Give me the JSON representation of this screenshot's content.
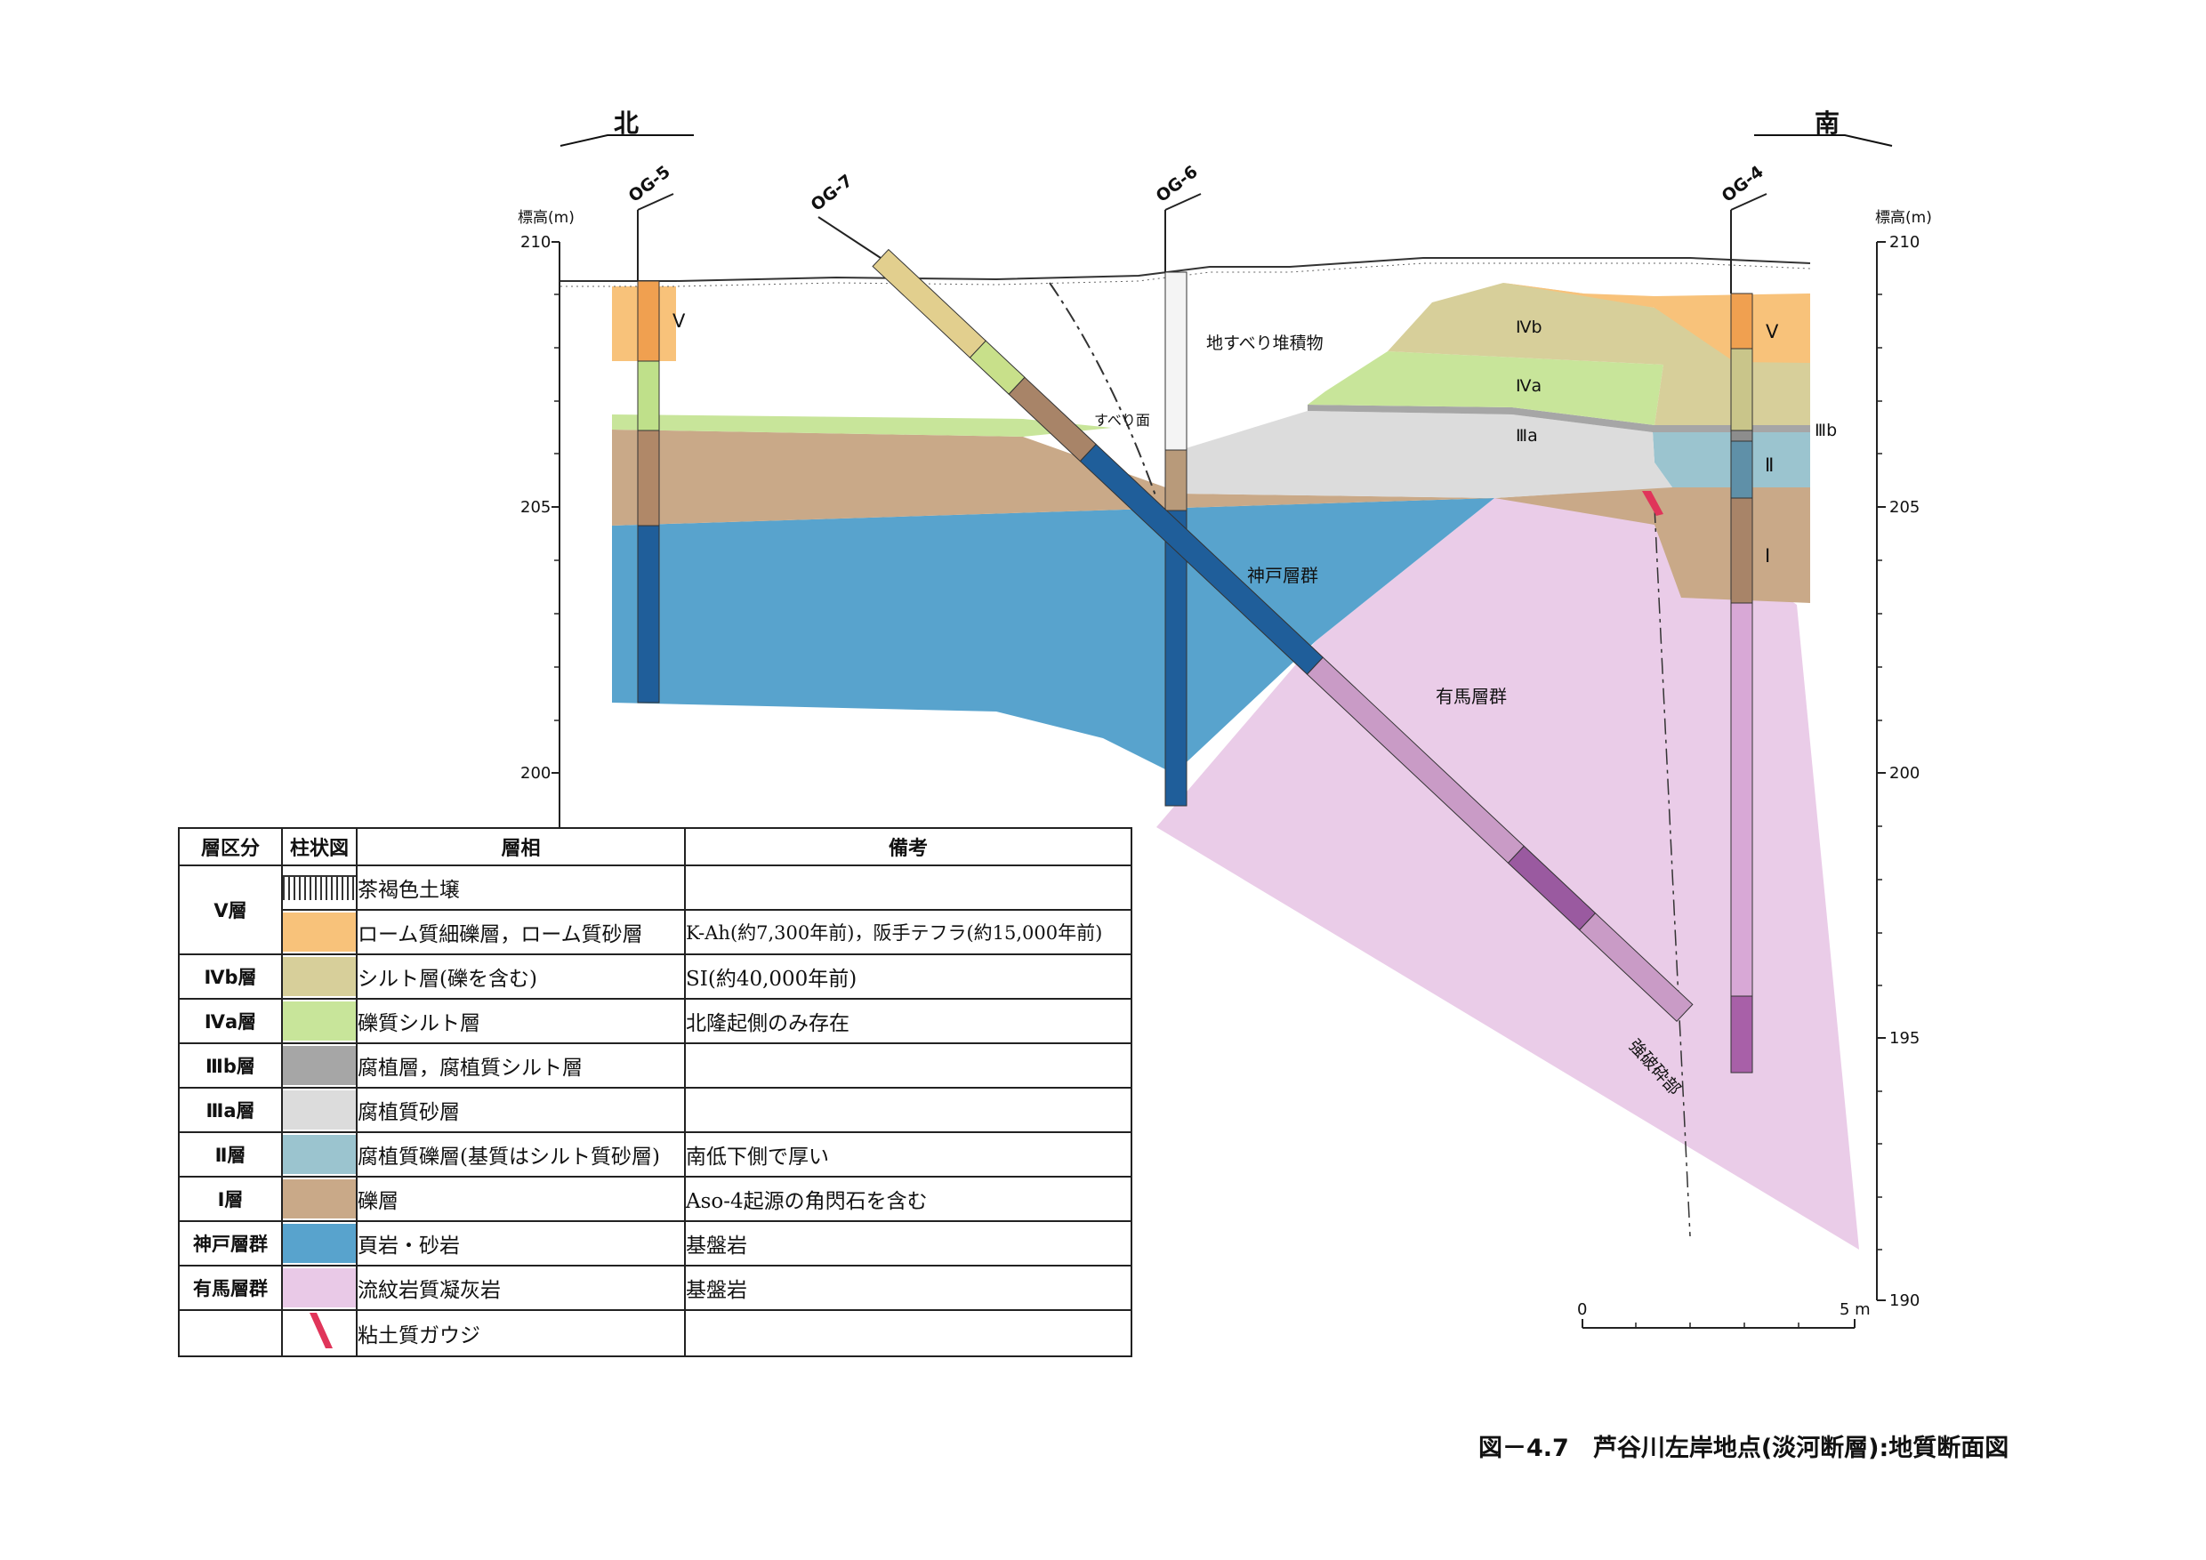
{
  "directions": {
    "north": "北",
    "south": "南"
  },
  "axis": {
    "label": "標高(m)",
    "left_ticks": [
      "210",
      "205",
      "200"
    ],
    "right_ticks": [
      "210",
      "205",
      "200",
      "195",
      "190"
    ]
  },
  "boreholes": [
    "OG-5",
    "OG-7",
    "OG-6",
    "OG-4"
  ],
  "section_labels": {
    "landslide": "地すべり堆積物",
    "slip_surface": "すべり面",
    "kobe_group": "神戸層群",
    "arima_group": "有馬層群",
    "fracture_zone": "強破砕部",
    "v_left": "Ⅴ",
    "v_right": "Ⅴ",
    "ivb": "Ⅳb",
    "iva": "Ⅳa",
    "iiia": "Ⅲa",
    "iiib": "Ⅲb",
    "ii": "Ⅱ",
    "i": "Ⅰ"
  },
  "scale_bar": {
    "zero": "0",
    "five": "5 m"
  },
  "colors": {
    "soil": "#ffffff",
    "v": "#f8c27a",
    "ivb": "#d7cf9a",
    "iva": "#c8e59a",
    "iiib": "#a6a6a6",
    "iiia": "#dcdcdc",
    "ii": "#9bc4cf",
    "i": "#c9a988",
    "kobe": "#58a3cd",
    "arima": "#e9c9e7",
    "gouge": "#e0355a"
  },
  "legend": {
    "headers": [
      "層区分",
      "柱状図",
      "層相",
      "備考"
    ],
    "rows": [
      {
        "layer": "Ⅴ層",
        "swatch": "soil",
        "facies": "茶褐色土壌",
        "remarks": ""
      },
      {
        "layer": "",
        "swatch": "v",
        "facies": "ローム質細礫層，ローム質砂層",
        "remarks": "K-Ah(約7,300年前)，阪手テフラ(約15,000年前)"
      },
      {
        "layer": "Ⅳb層",
        "swatch": "ivb",
        "facies": "シルト層(礫を含む)",
        "remarks": "SI(約40,000年前)"
      },
      {
        "layer": "Ⅳa層",
        "swatch": "iva",
        "facies": "礫質シルト層",
        "remarks": "北隆起側のみ存在"
      },
      {
        "layer": "Ⅲb層",
        "swatch": "iiib",
        "facies": "腐植層，腐植質シルト層",
        "remarks": ""
      },
      {
        "layer": "Ⅲa層",
        "swatch": "iiia",
        "facies": "腐植質砂層",
        "remarks": ""
      },
      {
        "layer": "Ⅱ層",
        "swatch": "ii",
        "facies": "腐植質礫層(基質はシルト質砂層)",
        "remarks": "南低下側で厚い"
      },
      {
        "layer": "Ⅰ層",
        "swatch": "i",
        "facies": "礫層",
        "remarks": "Aso-4起源の角閃石を含む"
      },
      {
        "layer": "神戸層群",
        "swatch": "kobe",
        "facies": "頁岩・砂岩",
        "remarks": "基盤岩"
      },
      {
        "layer": "有馬層群",
        "swatch": "arima",
        "facies": "流紋岩質凝灰岩",
        "remarks": "基盤岩"
      },
      {
        "layer": "",
        "swatch": "gouge",
        "facies": "粘土質ガウジ",
        "remarks": ""
      }
    ]
  },
  "caption": "図－4.7　芦谷川左岸地点(淡河断層):地質断面図"
}
